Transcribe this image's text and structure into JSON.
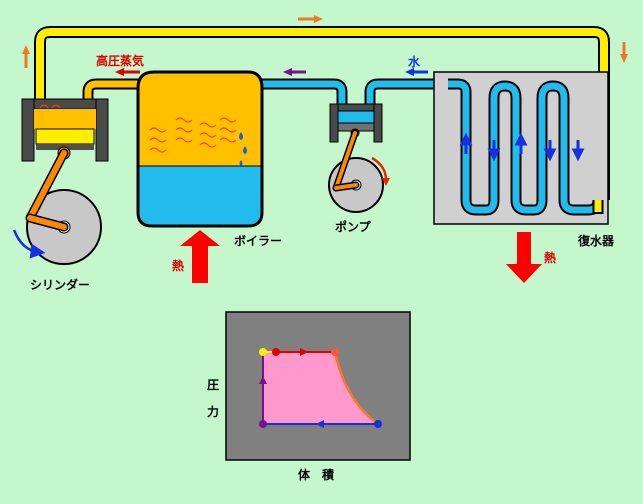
{
  "labels": {
    "high_pressure_steam": "高圧蒸気",
    "water": "水",
    "boiler": "ボイラー",
    "pump": "ポンプ",
    "cylinder": "シリンダー",
    "condenser": "復水器",
    "heat_in": "熱",
    "heat_out": "熱"
  },
  "pv_chart": {
    "ylabel_1": "圧",
    "ylabel_2": "力",
    "xlabel": "体　積"
  },
  "colors": {
    "background": "#c4f7cc",
    "steam_pipe": "#ffee00",
    "boiler_steam": "#ffc000",
    "water": "#22bbee",
    "condenser_box": "#d0d0d0",
    "heat_arrow": "#ff0000",
    "flow_arrow_orange": "#f07820",
    "flow_arrow_purple": "#7a1090",
    "chart_bg": "#808080",
    "chart_fill": "#ff99cc"
  }
}
